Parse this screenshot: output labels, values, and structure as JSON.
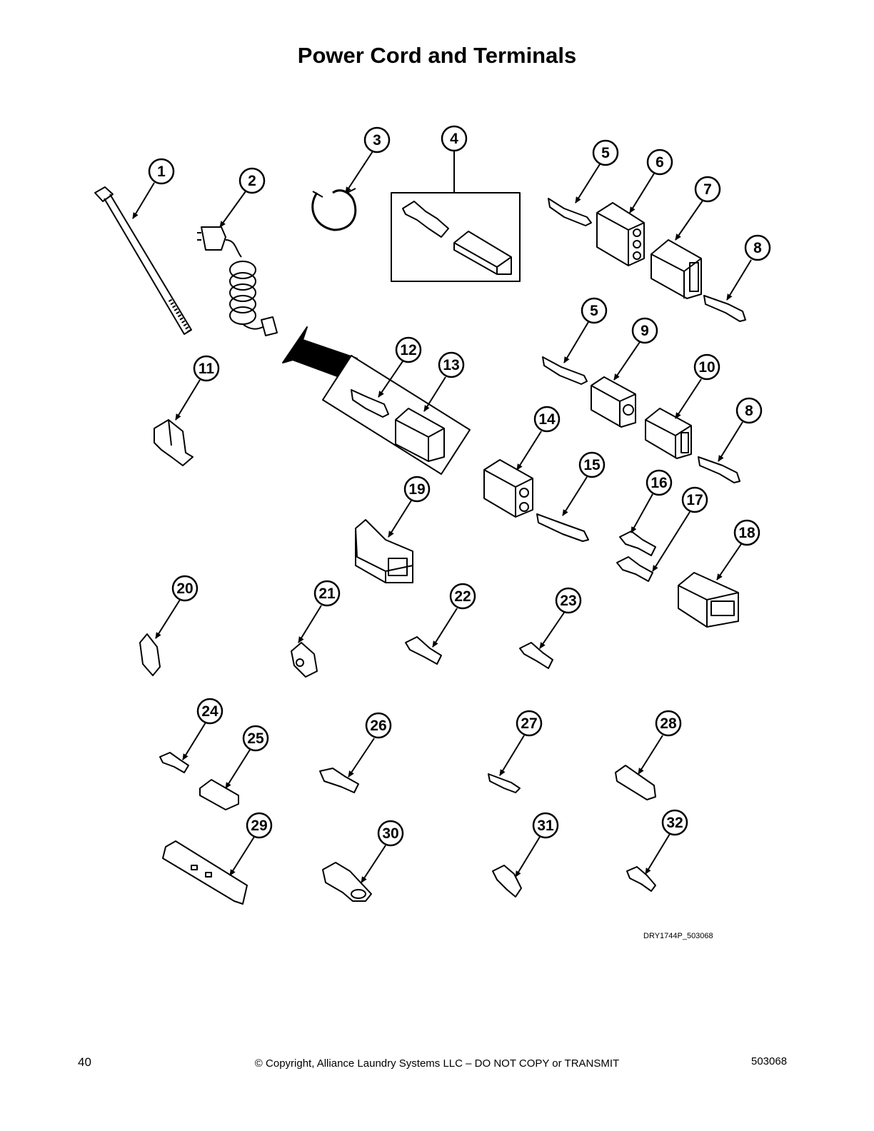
{
  "title": "Power Cord and Terminals",
  "drawing_id": "DRY1744P_503068",
  "footer": {
    "page_number": "40",
    "copyright": "© Copyright, Alliance Laundry Systems LLC – DO NOT COPY or TRANSMIT",
    "document_number": "503068"
  },
  "callouts": [
    "1",
    "2",
    "3",
    "4",
    "5",
    "6",
    "7",
    "8",
    "5",
    "9",
    "10",
    "8",
    "11",
    "12",
    "13",
    "14",
    "15",
    "16",
    "17",
    "18",
    "19",
    "20",
    "21",
    "22",
    "23",
    "24",
    "25",
    "26",
    "27",
    "28",
    "29",
    "30",
    "31",
    "32"
  ]
}
